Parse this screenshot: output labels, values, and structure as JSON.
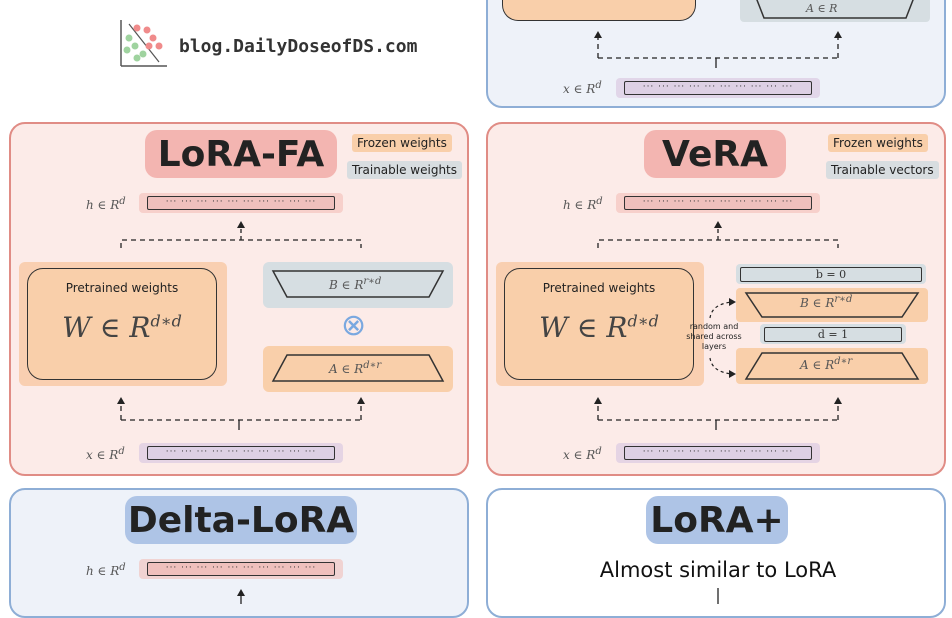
{
  "top": {
    "site": "blog.DailyDoseofDS.com",
    "x_label": "x ∈ R",
    "x_sup": "d",
    "a_label": "A ∈ R"
  },
  "lora_fa": {
    "title": "LoRA-FA",
    "legend_frozen": "Frozen weights",
    "legend_trainable": "Trainable weights",
    "h_label": "h ∈ R",
    "h_sup": "d",
    "x_label": "x ∈ R",
    "x_sup": "d",
    "pretrained_label": "Pretrained weights",
    "w_label": "W ∈ R",
    "w_sup": "d∗d",
    "b_label": "B ∈ R",
    "b_sup": "r∗d",
    "a_label": "A ∈ R",
    "a_sup": "d∗r",
    "op": "⊗"
  },
  "vera": {
    "title": "VeRA",
    "legend_frozen": "Frozen weights",
    "legend_trainable": "Trainable vectors",
    "h_label": "h ∈ R",
    "h_sup": "d",
    "x_label": "x ∈ R",
    "x_sup": "d",
    "pretrained_label": "Pretrained weights",
    "w_label": "W ∈ R",
    "w_sup": "d∗d",
    "b_vec": "b = 0",
    "d_vec": "d = 1",
    "b_label": "B ∈ R",
    "b_sup": "r∗d",
    "a_label": "A ∈ R",
    "a_sup": "d∗r",
    "note": "random and shared across layers"
  },
  "delta_lora": {
    "title": "Delta-LoRA",
    "h_label": "h ∈ R",
    "h_sup": "d"
  },
  "lora_plus": {
    "title": "LoRA+",
    "text": "Almost similar to LoRA"
  },
  "vector_dots": "··· ··· ··· ··· ··· ··· ··· ··· ··· ···",
  "colors": {
    "red_panel_bg": "#fcebe8",
    "red_panel_border": "#e08c85",
    "blue_panel_bg": "#eef2f9",
    "blue_panel_border": "#8eaed6",
    "frozen": "#f9cfaa",
    "trainable": "#d8dde0"
  }
}
